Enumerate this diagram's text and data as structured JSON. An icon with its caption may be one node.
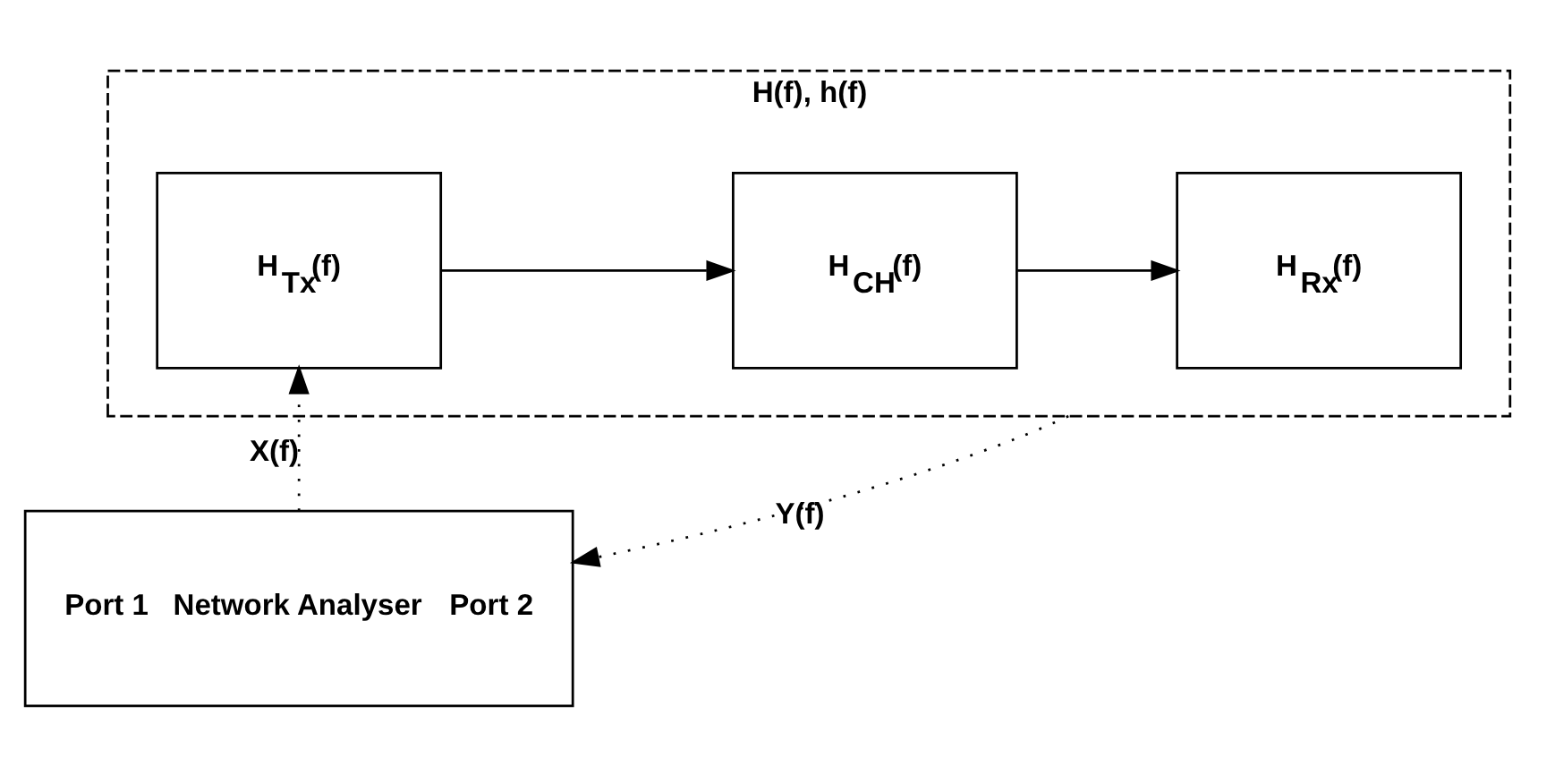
{
  "diagram": {
    "nodes": [
      {
        "text": [
          "H(f), h(f)"
        ]
      },
      {
        "text": [
          "H$_{Tx}$(f)"
        ],
        "in": 0
      },
      {
        "text": [
          "H$_{CH}$(f)"
        ],
        "in": 0
      },
      {
        "text": [
          "H$_{Rx}$(f)"
        ],
        "in": 0
      },
      {
        "text": [
          "Port 1",
          "Network Analyser",
          "Port 2"
        ]
      }
    ],
    "edges": [
      {
        "from": 1,
        "to": 2,
        "arrow": "to"
      },
      {
        "from": 2,
        "to": 3,
        "arrow": "to"
      },
      {
        "from": 0,
        "to": 4,
        "arrow": "to",
        "label": "Y(f)",
        "style": "dashed"
      },
      {
        "from": 4,
        "to": 1,
        "arrow": "to",
        "label": "X(f)",
        "style": "dashed"
      }
    ]
  }
}
